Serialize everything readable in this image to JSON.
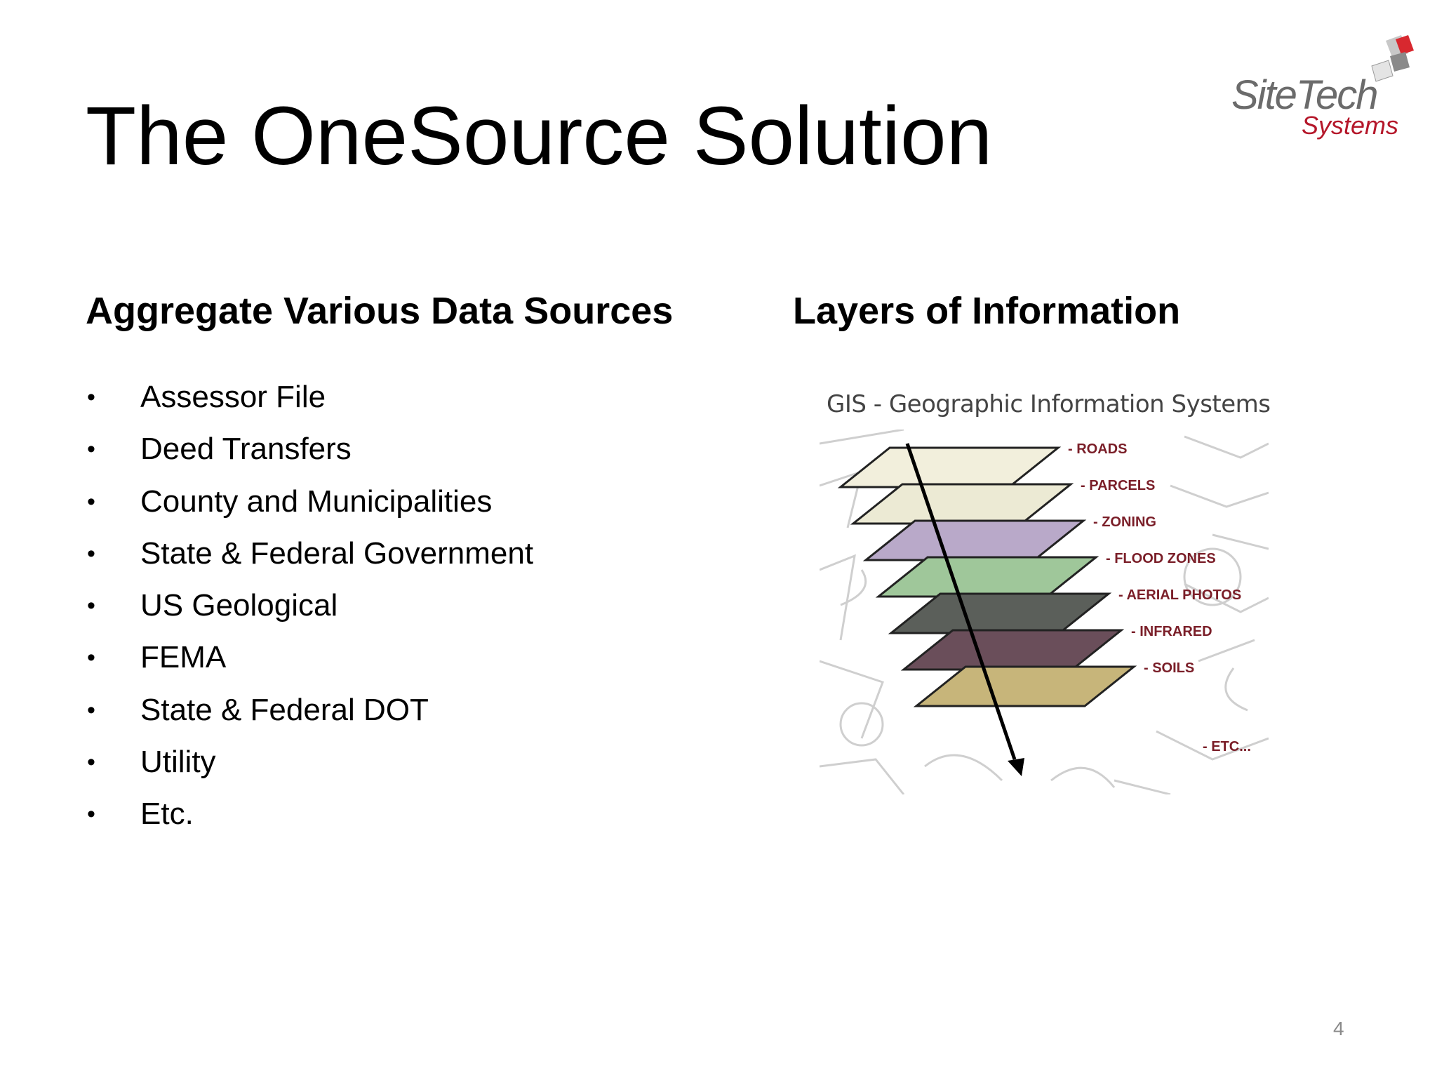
{
  "slide": {
    "title": "The OneSource Solution",
    "page_number": "4"
  },
  "logo": {
    "name": "SiteTech",
    "sub": "Systems",
    "accent_color": "#b5172a"
  },
  "left_column": {
    "heading": "Aggregate Various Data Sources",
    "bullet_glyph": "•",
    "items": [
      "Assessor File",
      "Deed Transfers",
      "County and Municipalities",
      "State & Federal Government",
      "US Geological",
      "FEMA",
      "State & Federal DOT",
      "Utility",
      "Etc."
    ]
  },
  "right_column": {
    "heading": "Layers of Information",
    "figure_title": "GIS - Geographic Information Systems",
    "layers": [
      {
        "label": "- ROADS",
        "color": "#f2efdc"
      },
      {
        "label": "- PARCELS",
        "color": "#ecead4"
      },
      {
        "label": "- ZONING",
        "color": "#b9a9c9"
      },
      {
        "label": "- FLOOD ZONES",
        "color": "#9fc79a"
      },
      {
        "label": "- AERIAL PHOTOS",
        "color": "#5b5f5a"
      },
      {
        "label": "- INFRARED",
        "color": "#6a4e5a"
      },
      {
        "label": "- SOILS",
        "color": "#c7b57a"
      },
      {
        "label": "- ETC...",
        "color": "#ffffff"
      }
    ]
  }
}
